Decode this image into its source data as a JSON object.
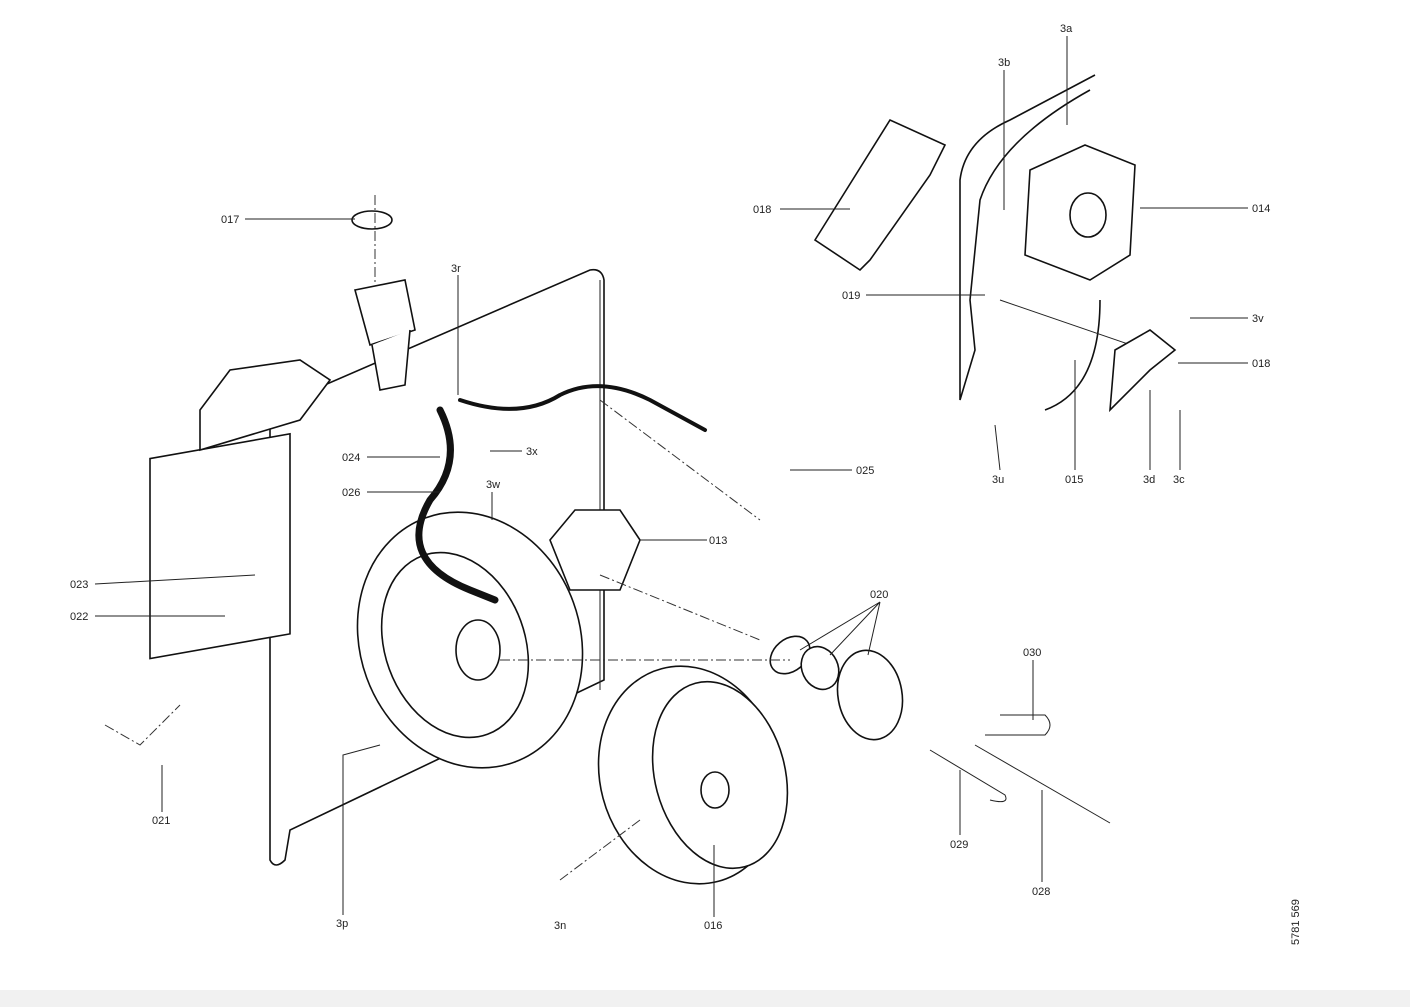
{
  "drawing_number": "5781 569",
  "labels": {
    "p3a": "3a",
    "p3b": "3b",
    "p014": "014",
    "p018a": "018",
    "p019": "019",
    "p3v": "3v",
    "p018b": "018",
    "p3u": "3u",
    "p015": "015",
    "p3d": "3d",
    "p3c": "3c",
    "p017": "017",
    "p3r": "3r",
    "p024": "024",
    "p3x": "3x",
    "p026": "026",
    "p3w": "3w",
    "p025": "025",
    "p013": "013",
    "p023": "023",
    "p022": "022",
    "p021": "021",
    "p020": "020",
    "p030": "030",
    "p029": "029",
    "p028": "028",
    "p3p": "3p",
    "p3n": "3n",
    "p016": "016"
  }
}
